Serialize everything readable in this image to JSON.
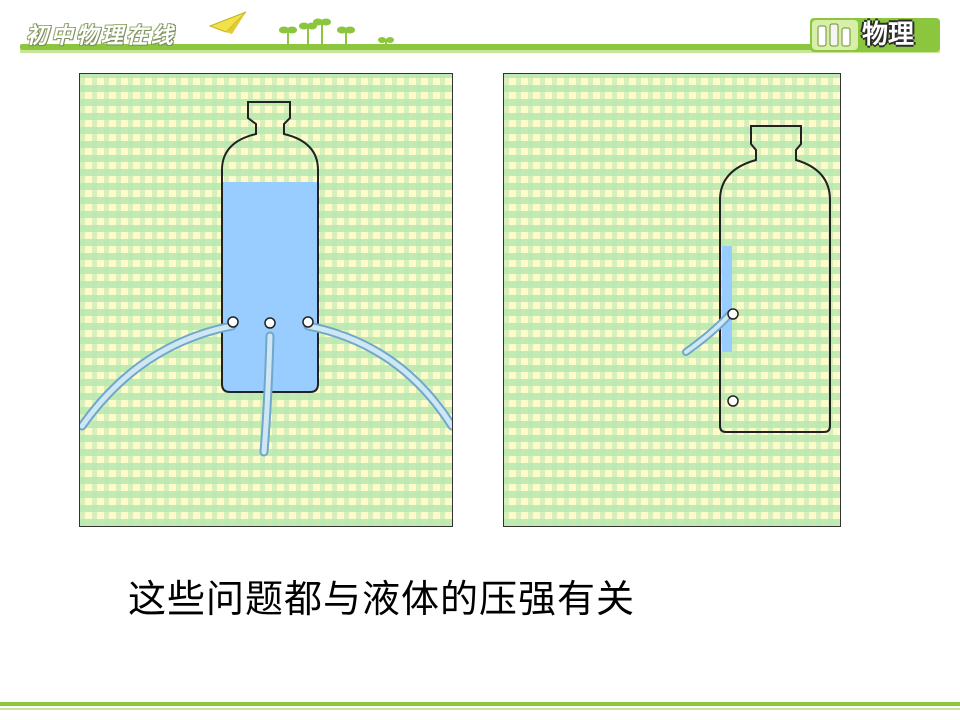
{
  "header": {
    "title": "初中物理在线",
    "subject_badge": "物理",
    "accent_color": "#8cc63f"
  },
  "figures": [
    {
      "id": "left",
      "description_icon": "bottle-three-holes-icon"
    },
    {
      "id": "right",
      "description_icon": "bottle-two-holes-icon"
    }
  ],
  "colors": {
    "water": "#99ccff",
    "stream": "#b8d8f0",
    "panel_bg": "#fdfbc9",
    "panel_pattern": "#b8e8b0"
  },
  "caption": "这些问题都与液体的压强有关"
}
